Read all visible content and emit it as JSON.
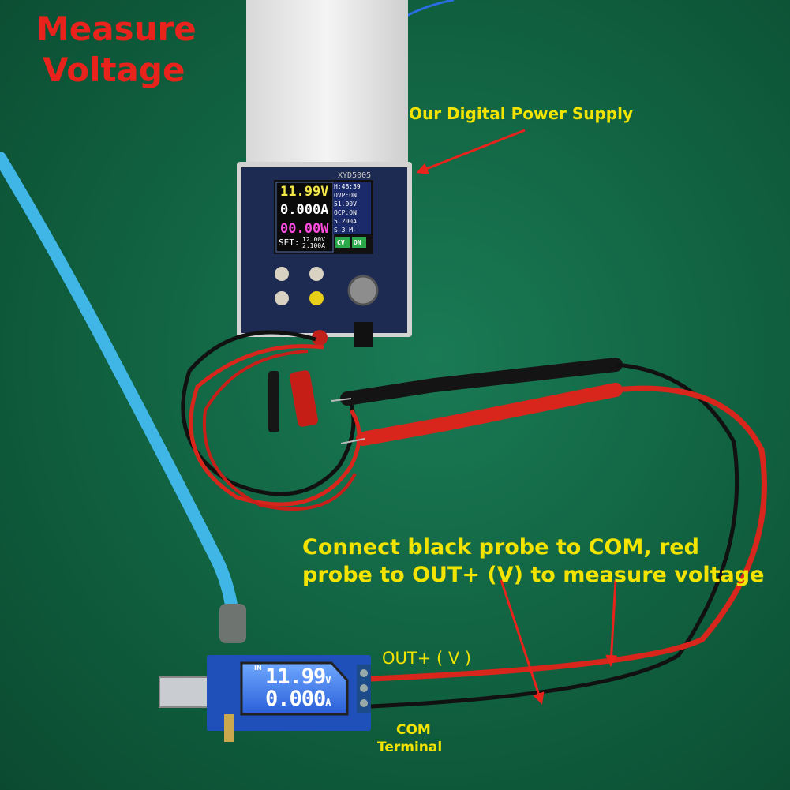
{
  "title": {
    "line1": "Measure",
    "line2": "Voltage"
  },
  "labels": {
    "supply": "Our Digital Power Supply",
    "instruction_line1": "Connect black probe to COM, red",
    "instruction_line2": "probe to OUT+ (V) to measure voltage",
    "out_plus": "OUT+ ( V )",
    "com_line1": "COM",
    "com_line2": "Terminal"
  },
  "power_supply": {
    "model": "XYD5005",
    "voltage": "11.99V",
    "current": "0.000A",
    "power": "00.00W",
    "set_label": "SET:",
    "set_voltage": "12.00V",
    "set_current": "2.100A",
    "time": "H:48:39",
    "ovp": "OVP:ON",
    "ovp_value": "51.00V",
    "ocp": "OCP:ON",
    "ocp_value": "5.200A",
    "misc": "S-3  M-",
    "cv_badge": "CV",
    "on_badge": "ON"
  },
  "usb_meter": {
    "in_label": "IN",
    "voltage": "11.99",
    "voltage_unit": "V",
    "current": "0.000",
    "current_unit": "A"
  },
  "colors": {
    "title_red": "#e8231b",
    "annotation_yellow": "#f2e400",
    "arrow_red": "#e8231b",
    "mat_green": "#10603f",
    "probe_red": "#d8261c"
  }
}
